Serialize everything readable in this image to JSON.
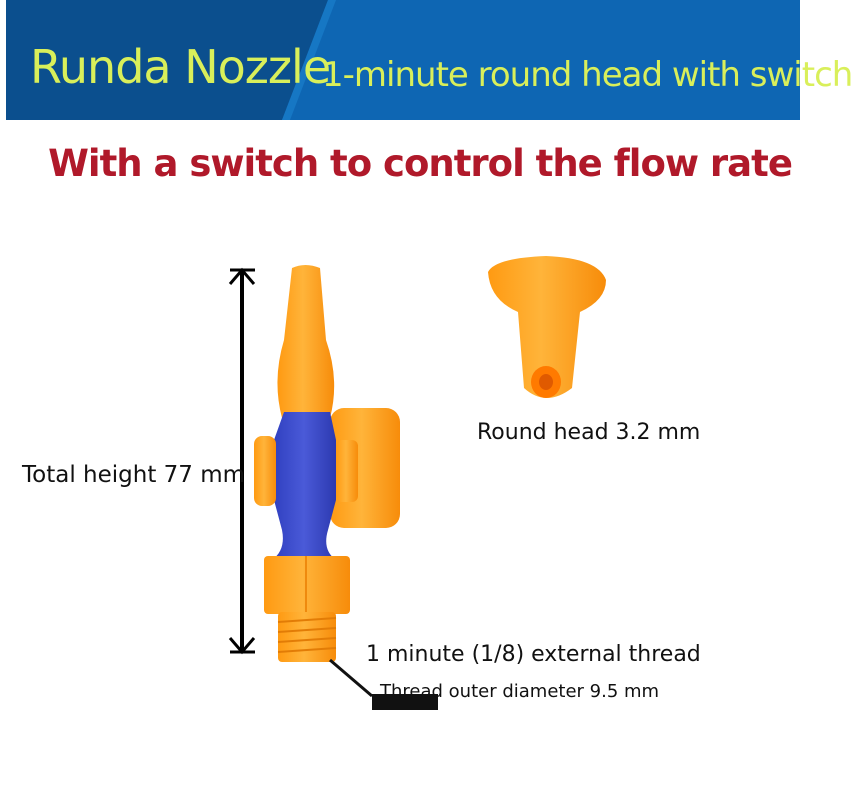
{
  "banner": {
    "brand": "Runda Nozzle",
    "title": "1-minute round head with switch"
  },
  "subtitle": "With a switch to control the flow rate",
  "labels": {
    "total_height": "Total height 77 mm",
    "round_head": "Round head 3.2 mm",
    "external_thread": "1 minute (1/8) external thread",
    "thread_diameter": "Thread outer diameter 9.5 mm"
  },
  "colors": {
    "banner_dark": "#0b4f8e",
    "banner_light": "#0e66b3",
    "banner_text": "#d9ef5a",
    "subtitle": "#b0192a",
    "nozzle_orange": "#ffa51e",
    "nozzle_blue": "#3f4fd0"
  }
}
